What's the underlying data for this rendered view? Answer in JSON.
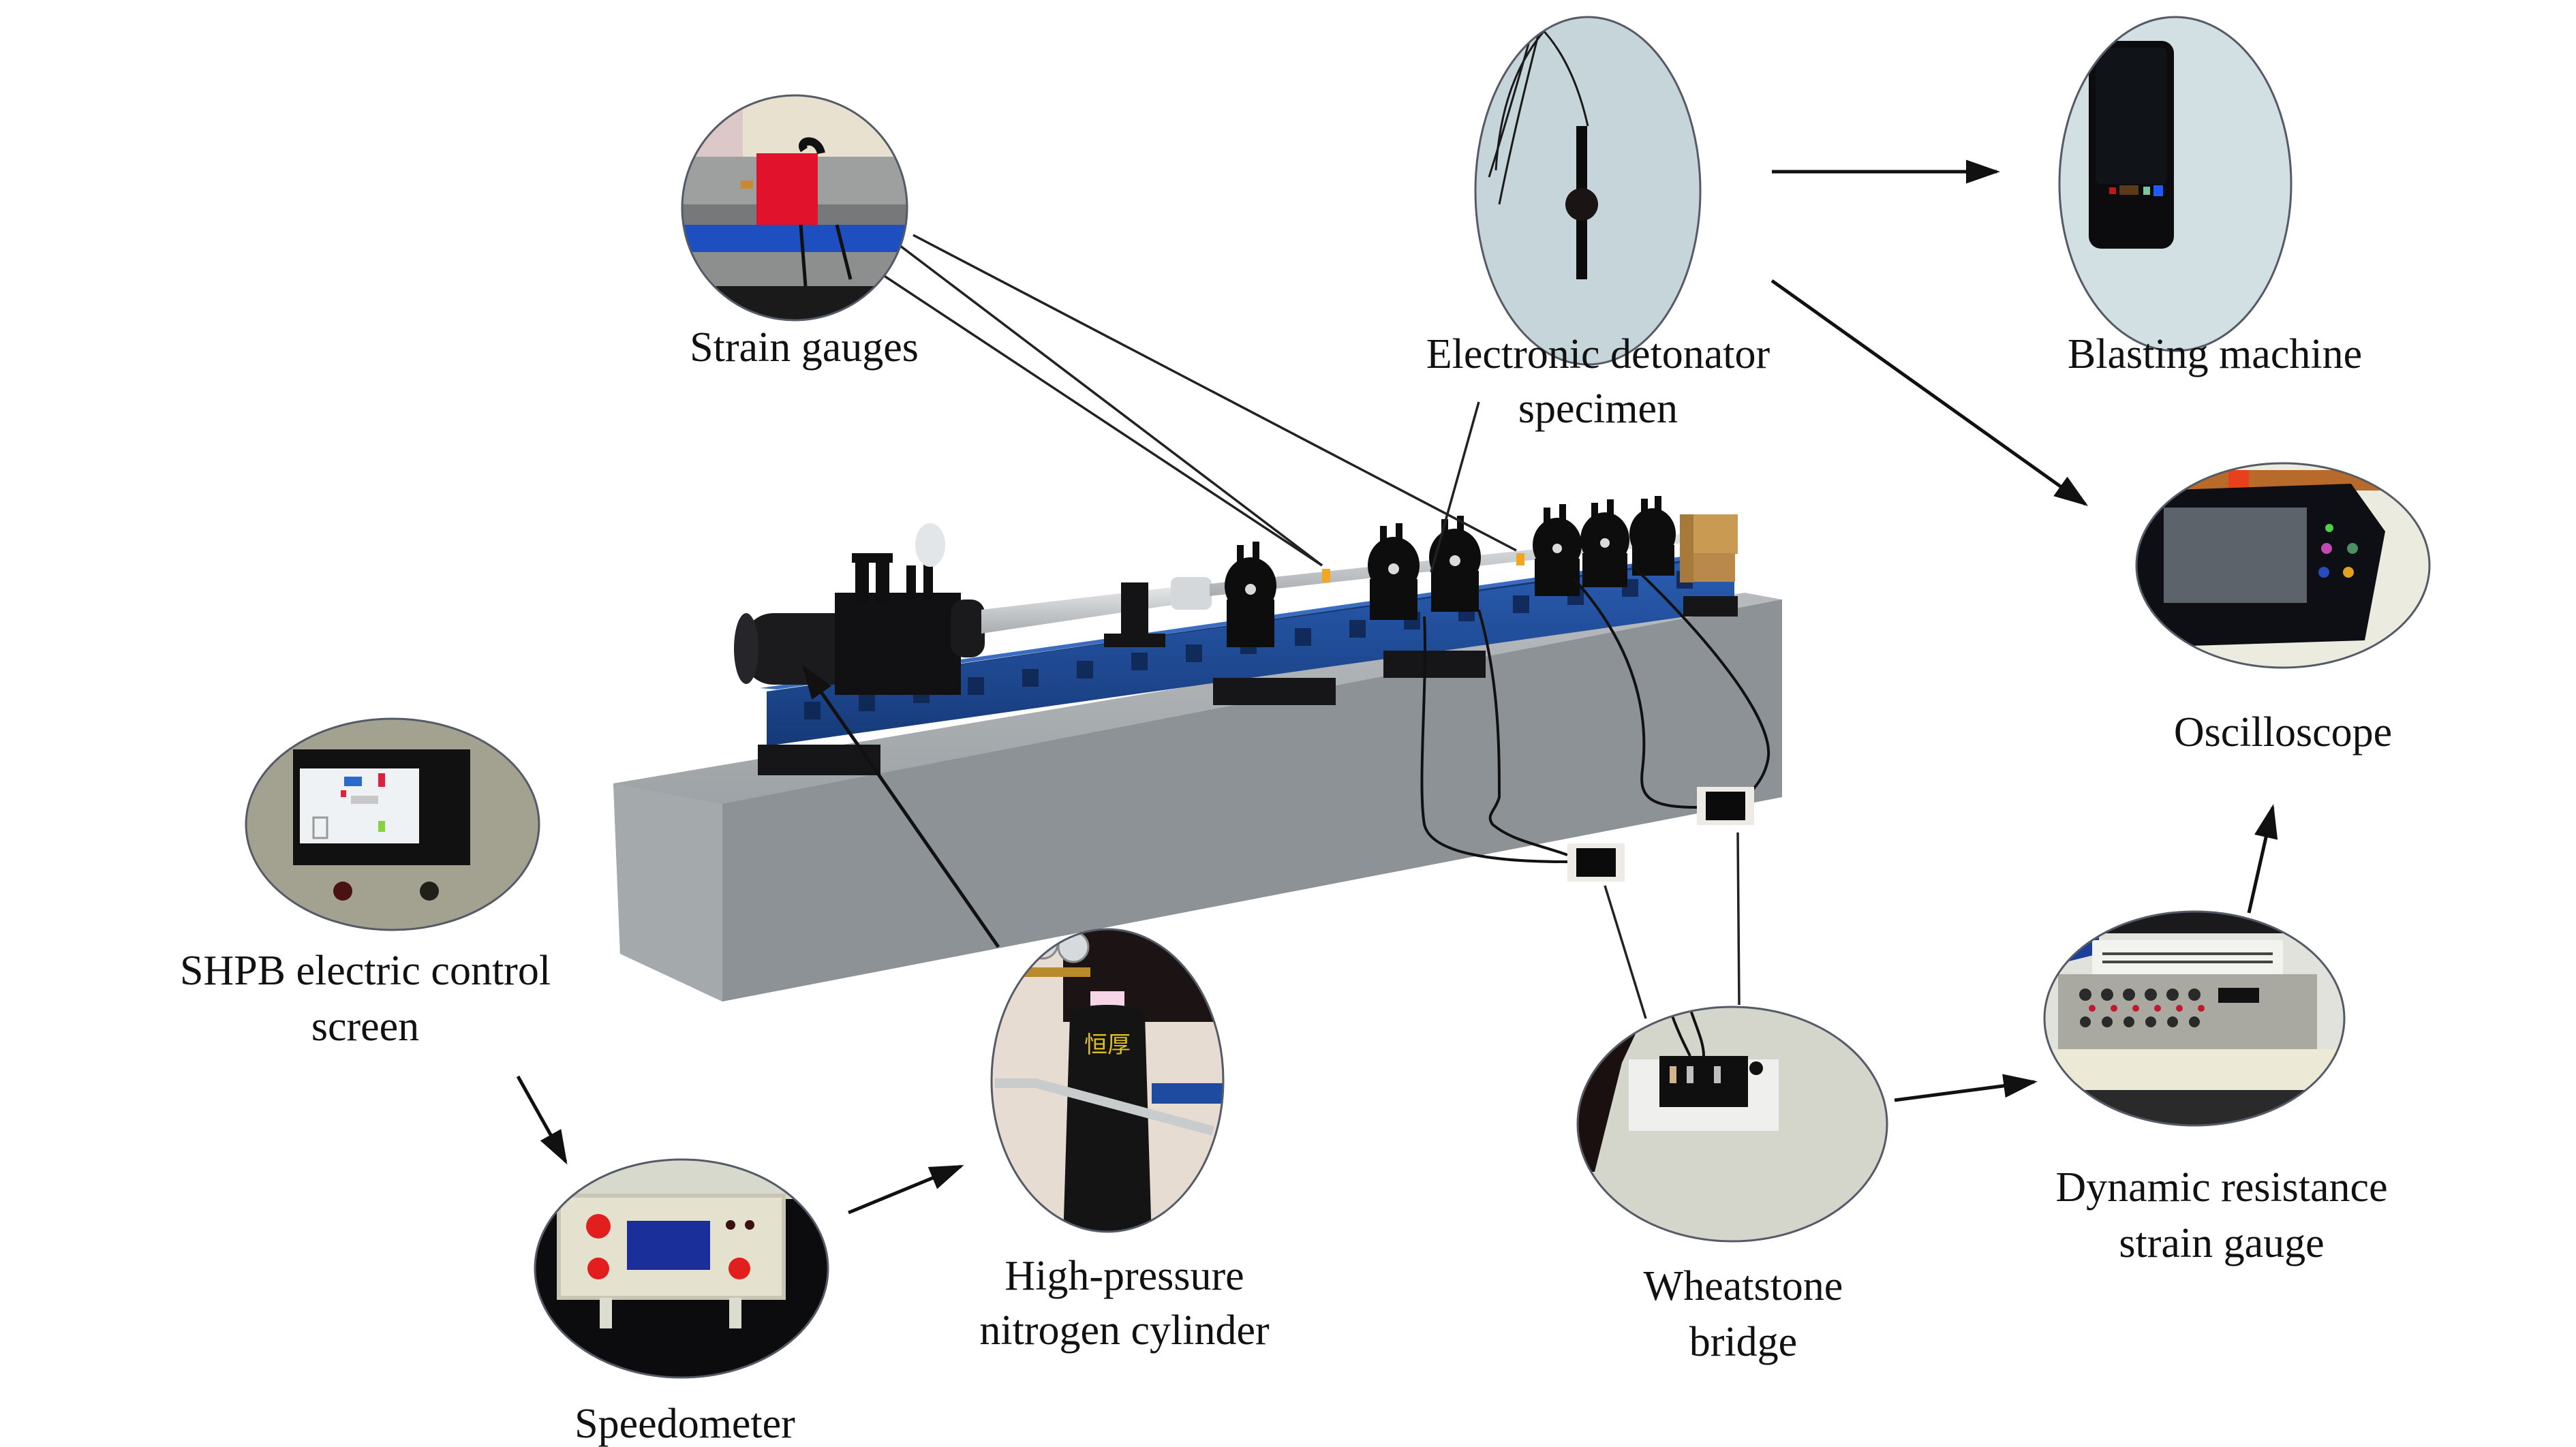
{
  "figure": {
    "type": "SHPB experimental system schematic",
    "colors": {
      "background": "#ffffff",
      "rail_blue": "#1f4e9a",
      "base_gray": "#8e9499",
      "equipment_black": "#141416",
      "bar_silver": "#c9cdd0",
      "marker_orange": "#f2a81d",
      "arrow": "#111111"
    }
  },
  "nodes": {
    "strain_gauges": {
      "label": [
        "Strain gauges"
      ],
      "icon": "strain-gauge-photo"
    },
    "detonator": {
      "label": [
        "Electronic detonator",
        "specimen"
      ],
      "icon": "detonator-photo"
    },
    "blasting_machine": {
      "label": [
        "Blasting machine"
      ],
      "icon": "blasting-machine-photo"
    },
    "oscilloscope": {
      "label": [
        "Oscilloscope"
      ],
      "icon": "oscilloscope-photo"
    },
    "control_screen": {
      "label": [
        "SHPB electric control",
        "screen"
      ],
      "icon": "control-screen-photo"
    },
    "speedometer": {
      "label": [
        "Speedometer"
      ],
      "icon": "speedometer-photo"
    },
    "nitrogen_cylinder": {
      "label": [
        "High-pressure",
        "nitrogen cylinder"
      ],
      "icon": "nitrogen-cylinder-photo",
      "cylinder_lettering": "恒厚"
    },
    "wheatstone_bridge": {
      "label": [
        "Wheatstone",
        "bridge"
      ],
      "icon": "wheatstone-bridge-photo"
    },
    "dynamic_strain_gauge": {
      "label": [
        "Dynamic resistance",
        "strain gauge"
      ],
      "icon": "dynamic-strain-gauge-photo"
    }
  },
  "edges": [
    {
      "from": "detonator",
      "to": "blasting_machine",
      "style": "arrow"
    },
    {
      "from": "detonator",
      "to": "oscilloscope",
      "style": "arrow"
    },
    {
      "from": "control_screen",
      "to": "speedometer",
      "style": "arrow"
    },
    {
      "from": "speedometer",
      "to": "nitrogen_cylinder",
      "style": "arrow"
    },
    {
      "from": "nitrogen_cylinder",
      "to": "shpb_apparatus",
      "style": "arrow"
    },
    {
      "from": "wheatstone_bridge",
      "to": "dynamic_strain_gauge",
      "style": "arrow"
    },
    {
      "from": "dynamic_strain_gauge",
      "to": "oscilloscope",
      "style": "arrow"
    },
    {
      "from": "strain_gauges",
      "to": "shpb_apparatus",
      "style": "leader-line"
    },
    {
      "from": "detonator",
      "to": "shpb_apparatus",
      "style": "leader-line"
    },
    {
      "from": "shpb_apparatus",
      "to": "wheatstone_bridge",
      "style": "wire"
    }
  ]
}
